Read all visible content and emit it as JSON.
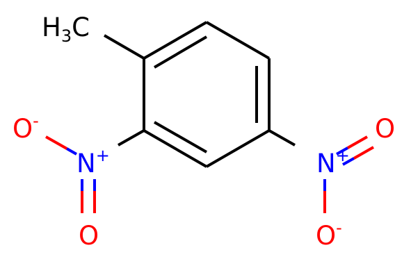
{
  "structure": {
    "methyl": {
      "text": "H",
      "sub": "3",
      "tail": "C",
      "color": "#000000"
    },
    "nitro_left": {
      "nitrogen": "N",
      "nitrogen_charge": "+",
      "oxygen_top": "O",
      "oxygen_top_charge": "-",
      "oxygen_bottom": "O"
    },
    "nitro_right": {
      "nitrogen": "N",
      "nitrogen_charge": "+",
      "oxygen_top": "O",
      "oxygen_bottom": "O",
      "oxygen_bottom_charge": "-"
    }
  },
  "colors": {
    "carbon": "#000000",
    "nitrogen": "#0000ff",
    "oxygen": "#ff0000"
  }
}
